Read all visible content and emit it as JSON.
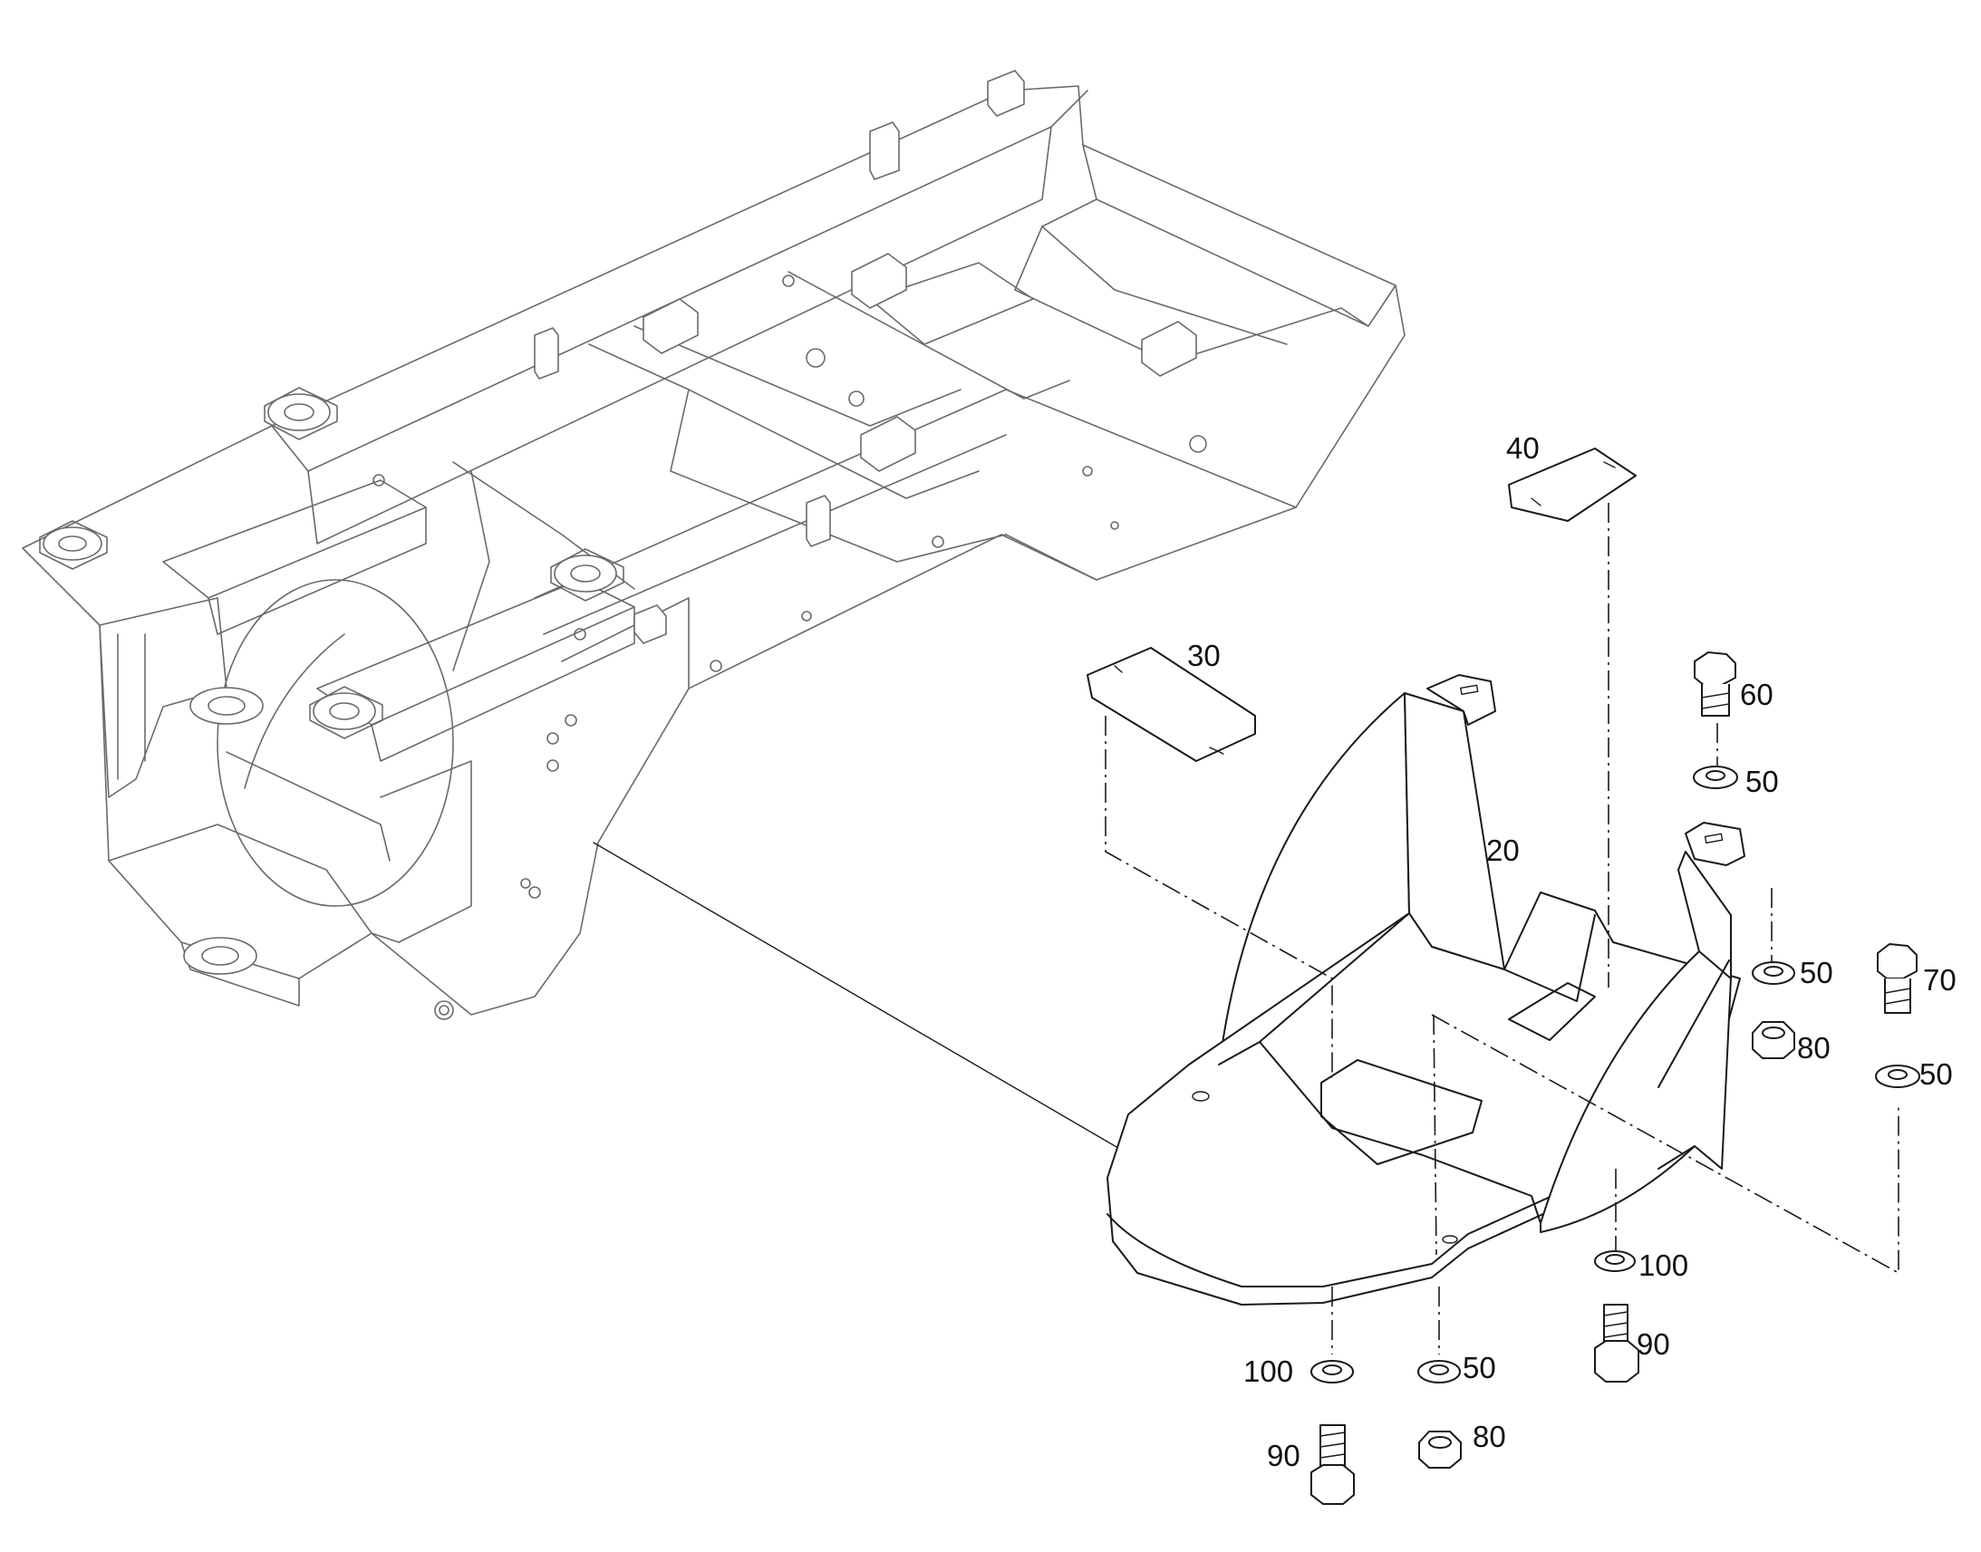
{
  "diagram": {
    "callouts": {
      "c20": "20",
      "c30": "30",
      "c40": "40",
      "c50_top": "50",
      "c50_mid": "50",
      "c50_right": "50",
      "c50_bottom": "50",
      "c60": "60",
      "c70": "70",
      "c80_mid": "80",
      "c80_bottom": "80",
      "c90_bottom": "90",
      "c90_right": "90",
      "c100_bottom": "100",
      "c100_right": "100"
    }
  }
}
